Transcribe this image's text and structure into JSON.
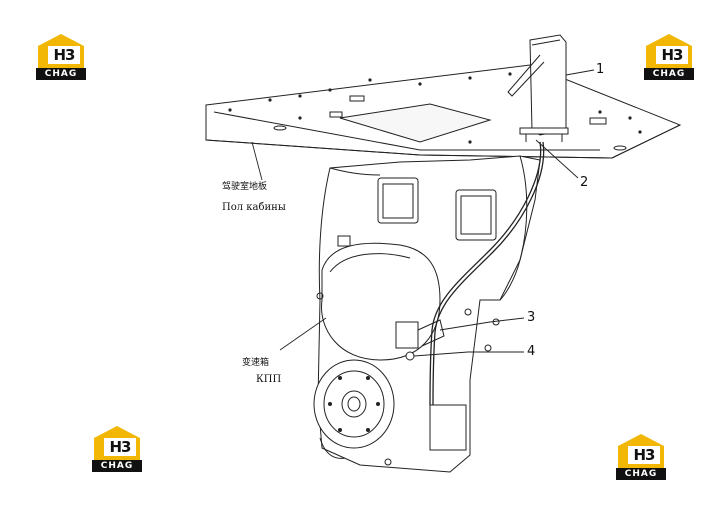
{
  "logo": {
    "mark": "H3",
    "word": "CHAG",
    "roof_color": "#f2b705",
    "dark_color": "#111111"
  },
  "callouts": [
    "1",
    "2",
    "3",
    "4"
  ],
  "labels": {
    "cabin_floor_cn": "驾驶室地板",
    "cabin_floor_ru": "Пол кабины",
    "gearbox_cn": "变速箱",
    "gearbox_ru": "КПП"
  }
}
